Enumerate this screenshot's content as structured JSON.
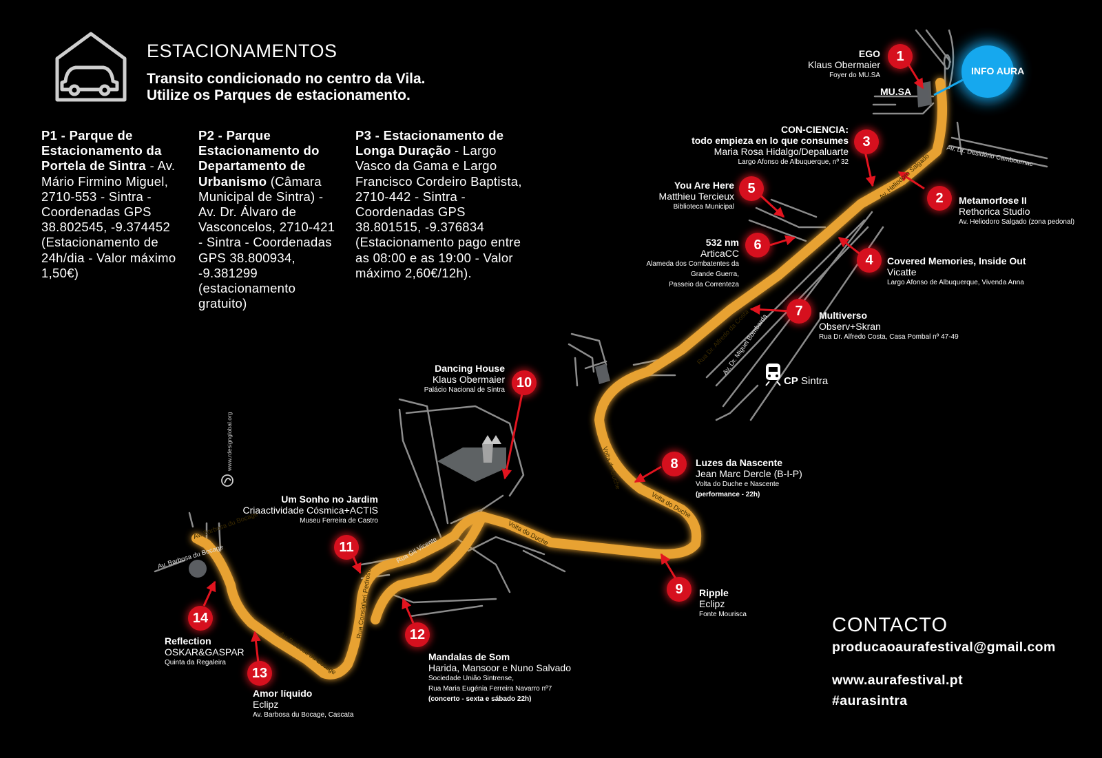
{
  "parking": {
    "heading": "ESTACIONAMENTOS",
    "notice_1": "Transito condicionado no centro da Vila.",
    "notice_2": "Utilize os Parques de estacionamento.",
    "p1": {
      "title": "P1 - Parque de Estacionamento da Portela de Sintra",
      "body": " - Av. Mário Firmino Miguel, 2710-553 - Sintra - Coordenadas GPS 38.802545, -9.374452 (Estacionamento de 24h/dia - Valor máximo 1,50€)"
    },
    "p2": {
      "title": "P2 - Parque Estacionamento do Departamento de Urbanismo",
      "body": " (Câmara Municipal de Sintra) - Av. Dr. Álvaro de Vasconcelos, 2710-421 - Sintra - Coordenadas GPS 38.800934, -9.381299 (estacionamento gratuito)"
    },
    "p3": {
      "title": "P3 - Estacionamento de Longa Duração",
      "body": " - Largo Vasco da Gama e Largo Francisco Cordeiro Baptista, 2710-442 - Sintra - Coordenadas GPS 38.801515, -9.376834 (Estacionamento pago entre as 08:00 e as 19:00 - Valor máximo 2,60€/12h)."
    }
  },
  "colors": {
    "route": "#e8a233",
    "badge": "#d6101e",
    "info": "#16a8ee",
    "roads": "#8c8c8c"
  },
  "map": {
    "info_label": "INFO AURA",
    "musa_label": "MU.SA",
    "cp_bold": "CP",
    "cp_rest": " Sintra",
    "credit": "www.rdesignglobal.org",
    "streets": {
      "desiderio": "Av. Dr. Desidério Cambournac",
      "heliodoro": "Av. Heliodoro Salgado",
      "alfredo": "Rua Dr. Alfredo da Costa",
      "miguel": "Av. Dr. Miguel Bombarda",
      "duche1": "Volta do Duche",
      "duche2": "Volta do Duche",
      "duche3": "Volta do Duche",
      "gilvicente": "Rua Gil Vicente",
      "consiglieri": "Rua Consiglieri Pedroso",
      "barbosa1": "Av. Barbosa du Bocage",
      "barbosa2": "Av. Barbosa du Bocage",
      "barbosa3": "Av. Barbosa du Bocage"
    }
  },
  "events": {
    "e1": {
      "n": "1",
      "title": "EGO",
      "artist": "Klaus Obermaier",
      "place": "Foyer do MU.SA"
    },
    "e2": {
      "n": "2",
      "title": "Metamorfose II",
      "artist": "Rethorica Studio",
      "place": "Av. Heliodoro Salgado (zona pedonal)"
    },
    "e3": {
      "n": "3",
      "title": "CON-CIENCIA:",
      "title2": "todo empieza en lo que consumes",
      "artist": "Maria Rosa Hidalgo/Depaluarte",
      "place": "Largo Afonso de Albuquerque, nº 32"
    },
    "e4": {
      "n": "4",
      "title": "Covered Memories, Inside Out",
      "artist": "Vicatte",
      "place": "Largo Afonso de Albuquerque, Vivenda Anna"
    },
    "e5": {
      "n": "5",
      "title": "You Are Here",
      "artist": "Matthieu Tercieux",
      "place": "Biblioteca Municipal"
    },
    "e6": {
      "n": "6",
      "title": "532 nm",
      "artist": "ArticaCC",
      "place1": "Alameda dos Combatentes da",
      "place2": "Grande Guerra,",
      "place3": "Passeio da Correnteza"
    },
    "e7": {
      "n": "7",
      "title": "Multiverso",
      "artist": "Observ+Skran",
      "place": "Rua Dr. Alfredo Costa, Casa Pombal nº 47-49"
    },
    "e8": {
      "n": "8",
      "title": "Luzes da Nascente",
      "artist": "Jean Marc Dercle (B-I-P)",
      "place": "Volta do Duche e Nascente",
      "extra": "(performance - 22h)"
    },
    "e9": {
      "n": "9",
      "title": "Ripple",
      "artist": "Eclipz",
      "place": "Fonte Mourisca"
    },
    "e10": {
      "n": "10",
      "title": "Dancing House",
      "artist": "Klaus Obermaier",
      "place": "Palácio Nacional de Sintra"
    },
    "e11": {
      "n": "11",
      "title": "Um Sonho no Jardim",
      "artist": "Criaactividade Cósmica+ACTIS",
      "place": "Museu Ferreira de Castro"
    },
    "e12": {
      "n": "12",
      "title": "Mandalas de Som",
      "artist": "Harida, Mansoor e Nuno Salvado",
      "place1": "Sociedade União Sintrense,",
      "place2": "Rua Maria Eugénia Ferreira Navarro nº7",
      "extra": "(concerto - sexta e sábado 22h)"
    },
    "e13": {
      "n": "13",
      "title": "Amor líquido",
      "artist": "Eclipz",
      "place": "Av. Barbosa du Bocage, Cascata"
    },
    "e14": {
      "n": "14",
      "title": "Reflection",
      "artist": "OSKAR&GASPAR",
      "place": "Quinta da Regaleira"
    }
  },
  "contact": {
    "heading": "CONTACTO",
    "email": "producaoaurafestival@gmail.com",
    "web": "www.aurafestival.pt",
    "hashtag": "#aurasintra"
  }
}
